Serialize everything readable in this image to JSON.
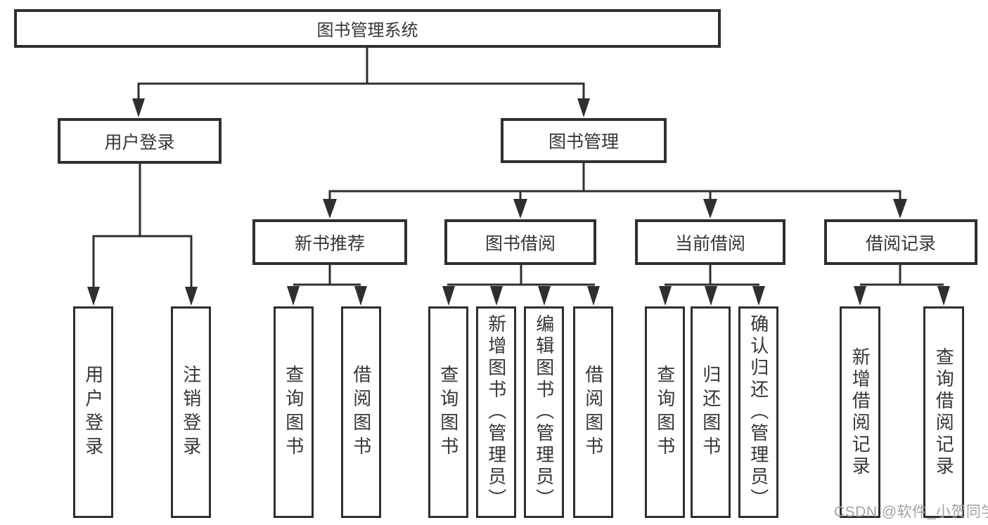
{
  "diagram": {
    "root": {
      "label": "图书管理系统"
    },
    "user_login": {
      "label": "用户登录",
      "children": [
        {
          "label": "用户登录"
        },
        {
          "label": "注销登录"
        }
      ]
    },
    "book_mgmt": {
      "label": "图书管理",
      "children": [
        {
          "label": "新书推荐",
          "children": [
            {
              "label": "查询图书"
            },
            {
              "label": "借阅图书"
            }
          ]
        },
        {
          "label": "图书借阅",
          "children": [
            {
              "label": "查询图书"
            },
            {
              "label": "新增图书（管理员）"
            },
            {
              "label": "编辑图书（管理员）"
            },
            {
              "label": "借阅图书"
            }
          ]
        },
        {
          "label": "当前借阅",
          "children": [
            {
              "label": "查询图书"
            },
            {
              "label": "归还图书"
            },
            {
              "label": "确认归还（管理员）"
            }
          ]
        },
        {
          "label": "借阅记录",
          "children": [
            {
              "label": "新增借阅记录"
            },
            {
              "label": "查询借阅记录"
            }
          ]
        }
      ]
    }
  },
  "watermark": {
    "text": "CSDN @软件_小贺同学"
  },
  "colors": {
    "line": "#2f2f2f",
    "text": "#363636",
    "watermark": "#a2a2a2",
    "background": "#ffffff"
  }
}
